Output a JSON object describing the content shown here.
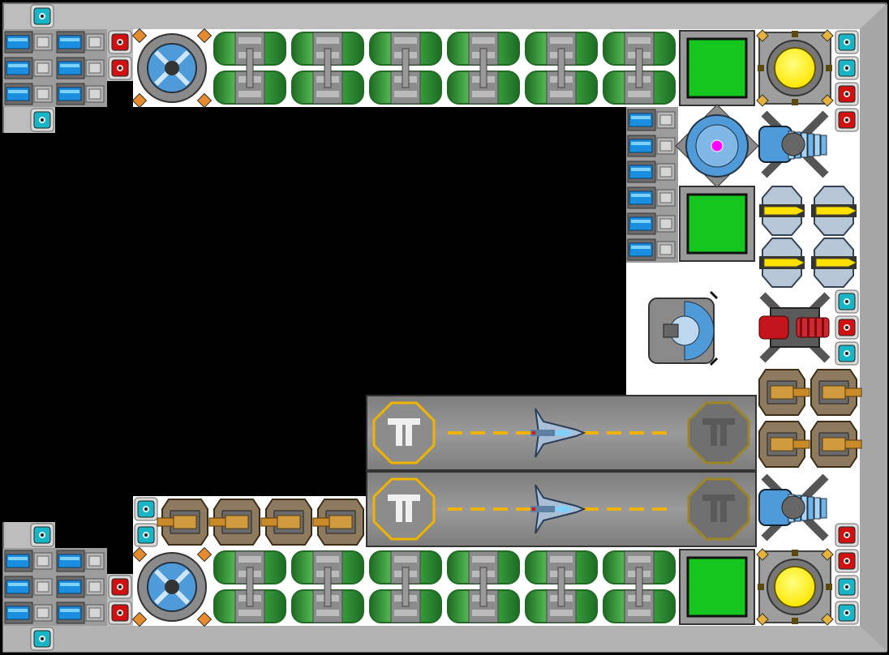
{
  "game": {
    "view": "ship-builder-top-down",
    "palette": {
      "hull": "#bdbdbd",
      "hull_shadow": "#8e8e8e",
      "deck": "#ffffff",
      "void": "#000000",
      "fuel_green": "#3fae44",
      "fuel_dark": "#1f6b24",
      "pipe_grey": "#8c8c8c",
      "reactor_blue": "#4f9ad8",
      "monitor_green": "#14c61e",
      "reactor_yellow": "#ffef00",
      "shield_magenta": "#ff00ff",
      "gun_orange": "#c98a2a",
      "laser_red": "#c4141c",
      "runway_grey": "#8a8a8a",
      "runway_stripe": "#f0b400",
      "connector_cyan": "#19b5c5",
      "connector_red": "#d11010",
      "thruster_blue": "#1a8ee0"
    },
    "modules": {
      "fuel_tank_count_per_row": 6,
      "runway_count": 2,
      "drone_count": 2,
      "reactor_count": 2,
      "command_screen_count": 3,
      "cannon_turret_count": 8,
      "missile_turret_count": 4,
      "laser_turret_count": 1,
      "railgun_turret_count": 2
    }
  }
}
